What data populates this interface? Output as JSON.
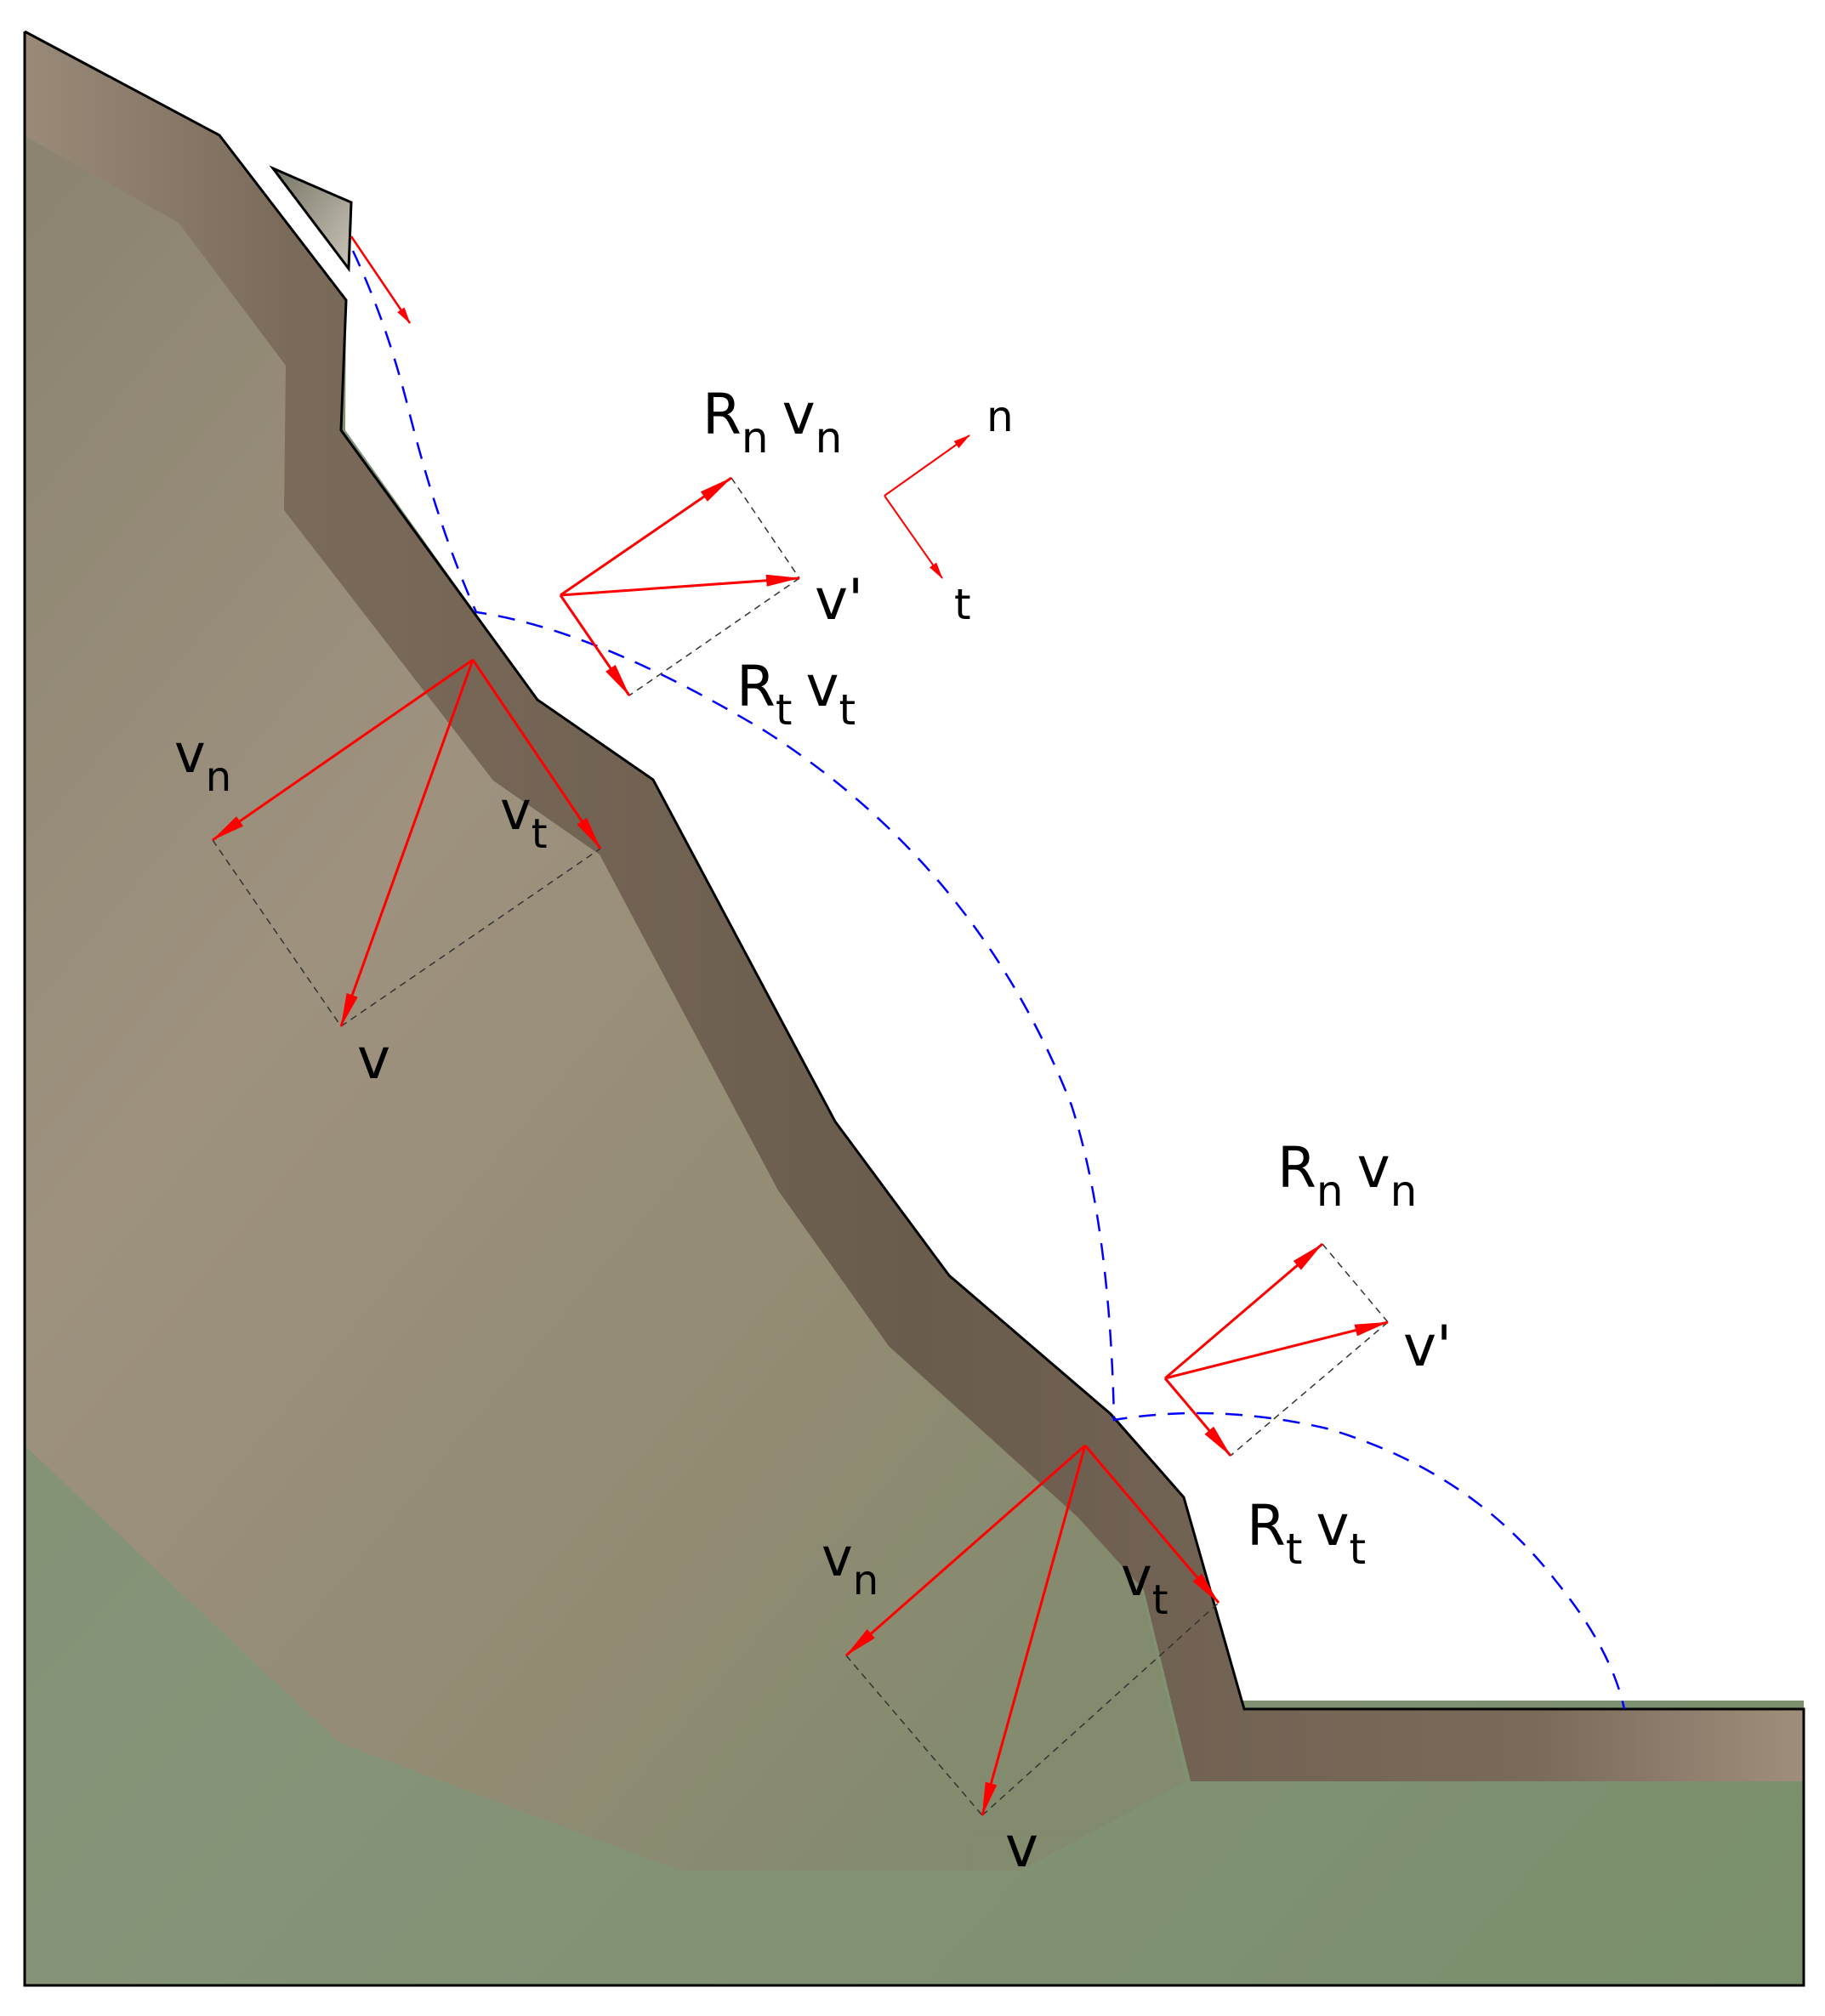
{
  "colors": {
    "slope_fill_light": "#a08e7c",
    "slope_fill_dark": "#6b5c4e",
    "ground_green": "#7b8f6c",
    "vector_red": "#ff0000",
    "trajectory_blue": "#0000ff",
    "outline": "#000000"
  },
  "axes_legend": {
    "n": "n",
    "t": "t"
  },
  "impact1": {
    "incoming": {
      "v": "v",
      "vn": "v",
      "vn_sub": "n",
      "vt": "v",
      "vt_sub": "t"
    },
    "rebound": {
      "vprime": "v'",
      "Rn": "R",
      "Rn_sub": "n",
      "Rn_v": "v",
      "Rn_v_sub": "n",
      "Rt": "R",
      "Rt_sub": "t",
      "Rt_v": "v",
      "Rt_v_sub": "t"
    }
  },
  "impact2": {
    "incoming": {
      "v": "v",
      "vn": "v",
      "vn_sub": "n",
      "vt": "v",
      "vt_sub": "t"
    },
    "rebound": {
      "vprime": "v'",
      "Rn": "R",
      "Rn_sub": "n",
      "Rn_v": "v",
      "Rn_v_sub": "n",
      "Rt": "R",
      "Rt_sub": "t",
      "Rt_v": "v",
      "Rt_v_sub": "t"
    }
  }
}
